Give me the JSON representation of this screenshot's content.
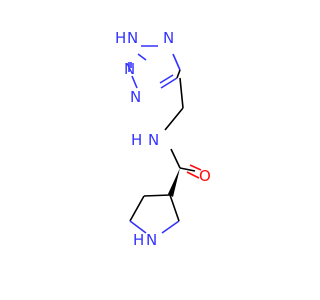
{
  "molecule": {
    "atoms": {
      "tetrazole_n1_h": "H",
      "tetrazole_n1": "N",
      "tetrazole_n2": "N",
      "tetrazole_n3": "N",
      "tetrazole_n4": "N",
      "amide_n": "N",
      "amide_n_h": "H",
      "carbonyl_o": "O",
      "ring_n": "N",
      "ring_n_h": "H"
    },
    "colors": {
      "nitrogen": "#3333ff",
      "oxygen": "#ff0d0d",
      "carbon": "#000000"
    }
  }
}
